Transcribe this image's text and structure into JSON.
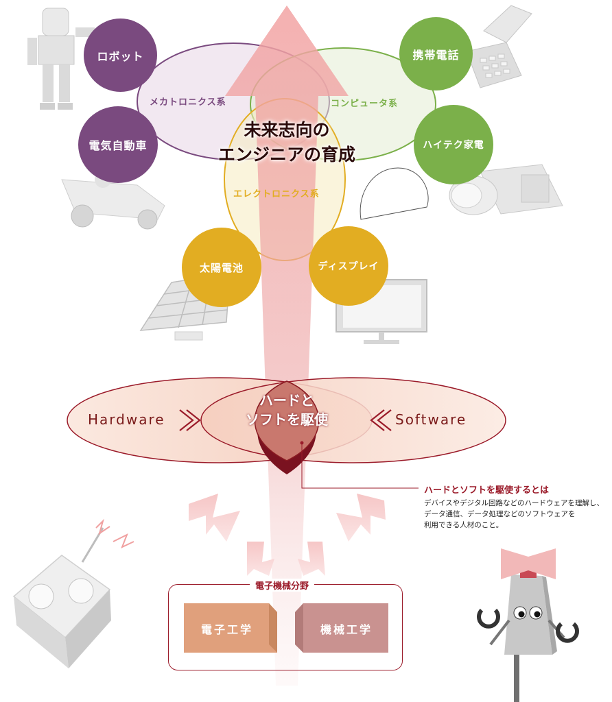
{
  "headline": {
    "line1": "未来志向の",
    "line2": "エンジニアの育成"
  },
  "fields": {
    "mechatronics": "メカトロニクス系",
    "computer": "コンピュータ系",
    "electronics": "エレクトロニクス系"
  },
  "applications": {
    "robot": "ロボット",
    "ev": "電気自動車",
    "mobile_phone": "携帯電話",
    "hitech_appliance": "ハイテク家電",
    "solar_cell": "太陽電池",
    "display": "ディスプレイ"
  },
  "hw_sw": {
    "hardware": "Hardware",
    "software": "Software",
    "center_line1": "ハードと",
    "center_line2": "ソフトを駆使"
  },
  "note": {
    "title": "ハードとソフトを駆使するとは",
    "lines": [
      "デバイスやデジタル回路などのハードウェアを理解し、",
      "データ通信、データ処理などのソフトウェアを",
      "利用できる人材のこと。"
    ]
  },
  "field_area": {
    "title": "電子機械分野",
    "electronic_eng": "電子工学",
    "mechanical_eng": "機械工学"
  },
  "colors": {
    "purple": "#7a4a7f",
    "green": "#7bb04a",
    "yellow": "#e2ad22",
    "dark_red": "#9b1b2a",
    "salmon": "#e8a07a",
    "mauve": "#c9908f"
  }
}
